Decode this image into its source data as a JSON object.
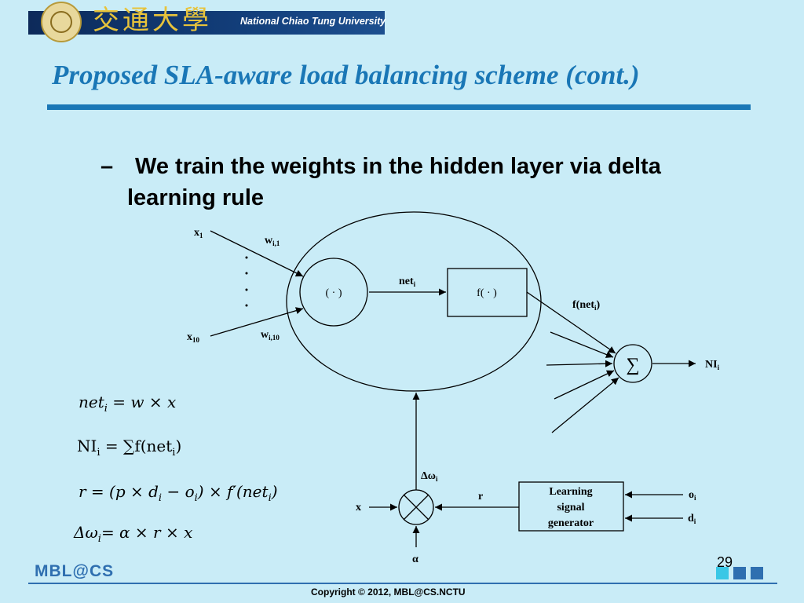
{
  "header": {
    "university_cjk": "交通大學",
    "university_en": "National Chiao Tung University"
  },
  "slide": {
    "title": "Proposed SLA-aware load balancing scheme (cont.)",
    "bullet_dash": "–",
    "bullet_text": "We train the weights in the hidden layer via delta learning rule"
  },
  "diagram": {
    "x1": "x",
    "x1_sub": "1",
    "x10": "x",
    "x10_sub": "10",
    "w1": "w",
    "w1_sub": "i,1",
    "w10": "w",
    "w10_sub": "i,10",
    "dot_node": "( · )",
    "net": "net",
    "net_sub": "i",
    "f_node": "f( · )",
    "fnet": "f(net",
    "fnet_sub": "i",
    "fnet_close": ")",
    "sum_symbol": "∑",
    "ni": "NI",
    "ni_sub": "i",
    "delta_omega": "Δω",
    "delta_omega_sub": "i",
    "r": "r",
    "x": "x",
    "alpha": "α",
    "lsg_line1": "Learning",
    "lsg_line2": "signal",
    "lsg_line3": "generator",
    "o": "o",
    "o_sub": "i",
    "d": "d",
    "d_sub": "i"
  },
  "equations": {
    "eq1_lhs": "net",
    "eq1_sub": "i",
    "eq1_rhs": " = w × x",
    "eq2_lhs": "NI",
    "eq2_sub": "i",
    "eq2_rhs": " = ∑f(net",
    "eq2_sub2": "i",
    "eq2_end": ")",
    "eq3_a": "r = (p × d",
    "eq3_sub1": "i",
    "eq3_b": " − o",
    "eq3_sub2": "i",
    "eq3_c": ") × f′(net",
    "eq3_sub3": "i",
    "eq3_d": ")",
    "eq4_a": "Δω",
    "eq4_sub": "i",
    "eq4_b": "= α × r × x"
  },
  "footer": {
    "logo": "MBL@CS",
    "page_number": "29",
    "copyright": "Copyright © 2012, MBL@CS.NCTU"
  },
  "colors": {
    "background": "#c9ecf7",
    "title": "#1a77b6",
    "rule": "#1a77b6",
    "footer_blue": "#2f6fb0",
    "square_cyan": "#39c7e6",
    "square_blue": "#2f6fb0"
  }
}
